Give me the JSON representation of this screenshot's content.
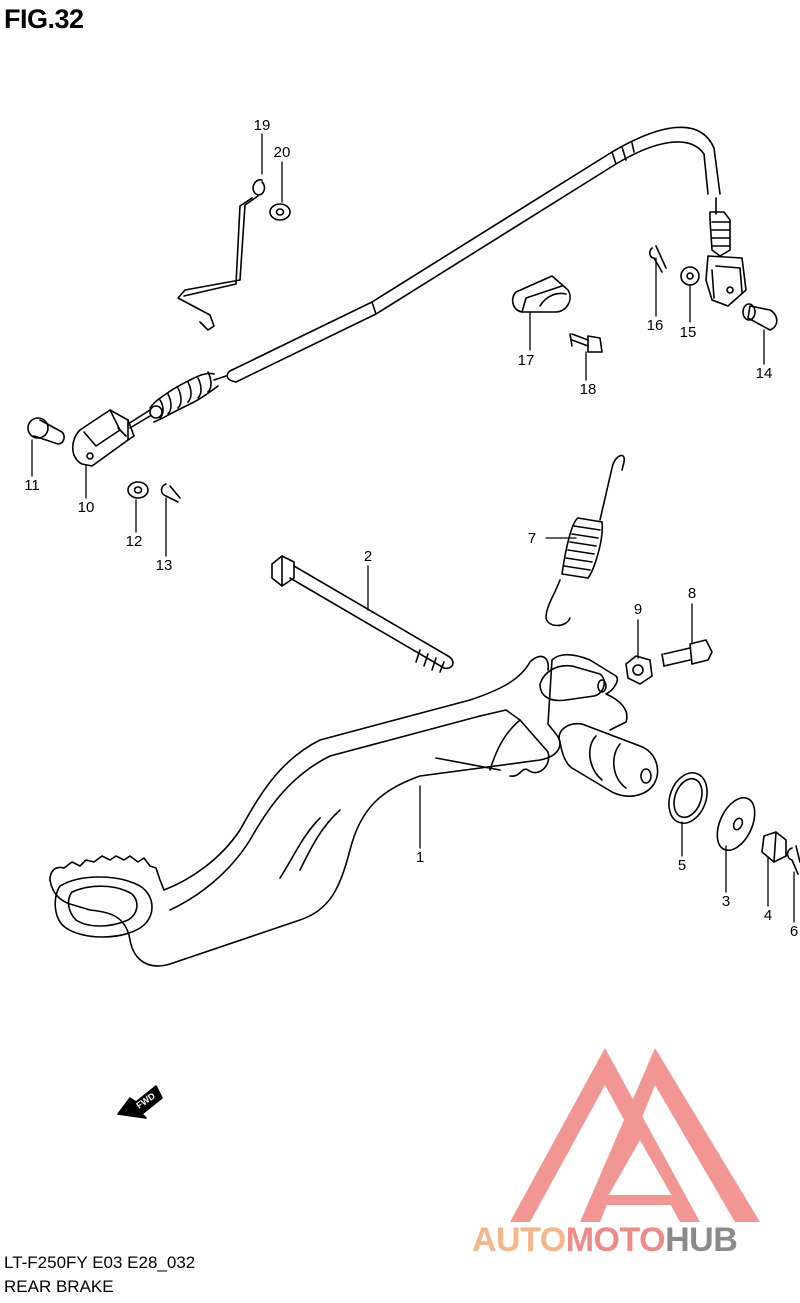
{
  "figure": {
    "title": "FIG.32"
  },
  "callouts": [
    {
      "id": "1",
      "label": "1"
    },
    {
      "id": "2",
      "label": "2"
    },
    {
      "id": "3",
      "label": "3"
    },
    {
      "id": "4",
      "label": "4"
    },
    {
      "id": "5",
      "label": "5"
    },
    {
      "id": "6",
      "label": "6"
    },
    {
      "id": "7",
      "label": "7"
    },
    {
      "id": "8",
      "label": "8"
    },
    {
      "id": "9",
      "label": "9"
    },
    {
      "id": "10",
      "label": "10"
    },
    {
      "id": "11",
      "label": "11"
    },
    {
      "id": "12",
      "label": "12"
    },
    {
      "id": "13",
      "label": "13"
    },
    {
      "id": "14",
      "label": "14"
    },
    {
      "id": "15",
      "label": "15"
    },
    {
      "id": "16",
      "label": "16"
    },
    {
      "id": "17",
      "label": "17"
    },
    {
      "id": "18",
      "label": "18"
    },
    {
      "id": "19",
      "label": "19"
    },
    {
      "id": "20",
      "label": "20"
    }
  ],
  "direction_arrow": {
    "label": "FWD"
  },
  "footer": {
    "model_code": "LT-F250FY E03 E28_032",
    "section_name": "REAR BRAKE"
  },
  "watermark": {
    "part1": "AUTO",
    "part2": "MOTO",
    "part3": "HUB"
  },
  "colors": {
    "line": "#000000",
    "watermark_red": "#f07d7a",
    "watermark_orange": "#f7b58a",
    "watermark_gray": "#8a8a8a"
  }
}
